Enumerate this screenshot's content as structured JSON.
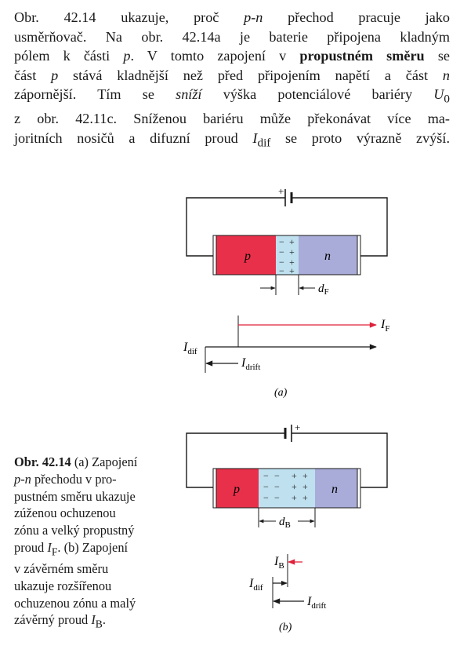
{
  "paragraph": {
    "l1a": "Obr. 42.14 ukazuje, proč ",
    "l1b": "p-n",
    "l1c": " přechod pracuje jako",
    "l2": "usměrňovač. Na obr. 42.14a je baterie připojena kladným",
    "l3a": "pólem k části ",
    "l3b": "p",
    "l3c": ". V tomto zapojení v ",
    "l3d": "propustném směru",
    "l3e": " se",
    "l4a": "část ",
    "l4b": "p",
    "l4c": " stává kladnější než před připojením napětí a část ",
    "l4d": "n",
    "l5a": "zápornější. Tím se ",
    "l5b": "sníží",
    "l5c": " výška potenciálové bariéry ",
    "l5d": "U",
    "l5e": "0",
    "l6": "z obr. 42.11c. Sníženou bariéru může překonávat více ma-",
    "l7a": "joritních nosičů a difuzní proud ",
    "l7b": "I",
    "l7c": "dif",
    "l7d": " se proto výrazně zvýší."
  },
  "caption": {
    "fig": "Obr. 42.14",
    "c1": " (a) Zapojení",
    "c2a": "p-n",
    "c2b": " přechodu v pro-",
    "c3": "pustném směru ukazuje",
    "c4": "zúženou ochuzenou",
    "c5": "zónu a velký propustný",
    "c6a": "proud ",
    "c6b": "I",
    "c6c": "F",
    "c6d": ". (b) Zapojení",
    "c7": "v závěrném směru",
    "c8": "ukazuje rozšířenou",
    "c9": "ochuzenou zónu a malý",
    "c10a": "závěrný proud ",
    "c10b": "I",
    "c10c": "B",
    "c10d": "."
  },
  "figure_a": {
    "battery_plus": "+",
    "p_label": "p",
    "n_label": "n",
    "charges_left": "−",
    "charges_right": "+",
    "d_label": "d",
    "d_sub": "F",
    "if_label": "I",
    "if_sub": "F",
    "idif_label": "I",
    "idif_sub": "dif",
    "idrift_label": "I",
    "idrift_sub": "drift",
    "panel": "(a)"
  },
  "figure_b": {
    "battery_plus": "+",
    "p_label": "p",
    "n_label": "n",
    "charges_left": "−",
    "charges_right": "+",
    "d_label": "d",
    "d_sub": "B",
    "ib_label": "I",
    "ib_sub": "B",
    "idif_label": "I",
    "idif_sub": "dif",
    "idrift_label": "I",
    "idrift_sub": "drift",
    "panel": "(b)"
  },
  "colors": {
    "p_region": "#e8304a",
    "depletion": "#bfe0ef",
    "n_region": "#a9acd8",
    "red_arrow": "#e0203a",
    "line": "#1a1a1a"
  }
}
